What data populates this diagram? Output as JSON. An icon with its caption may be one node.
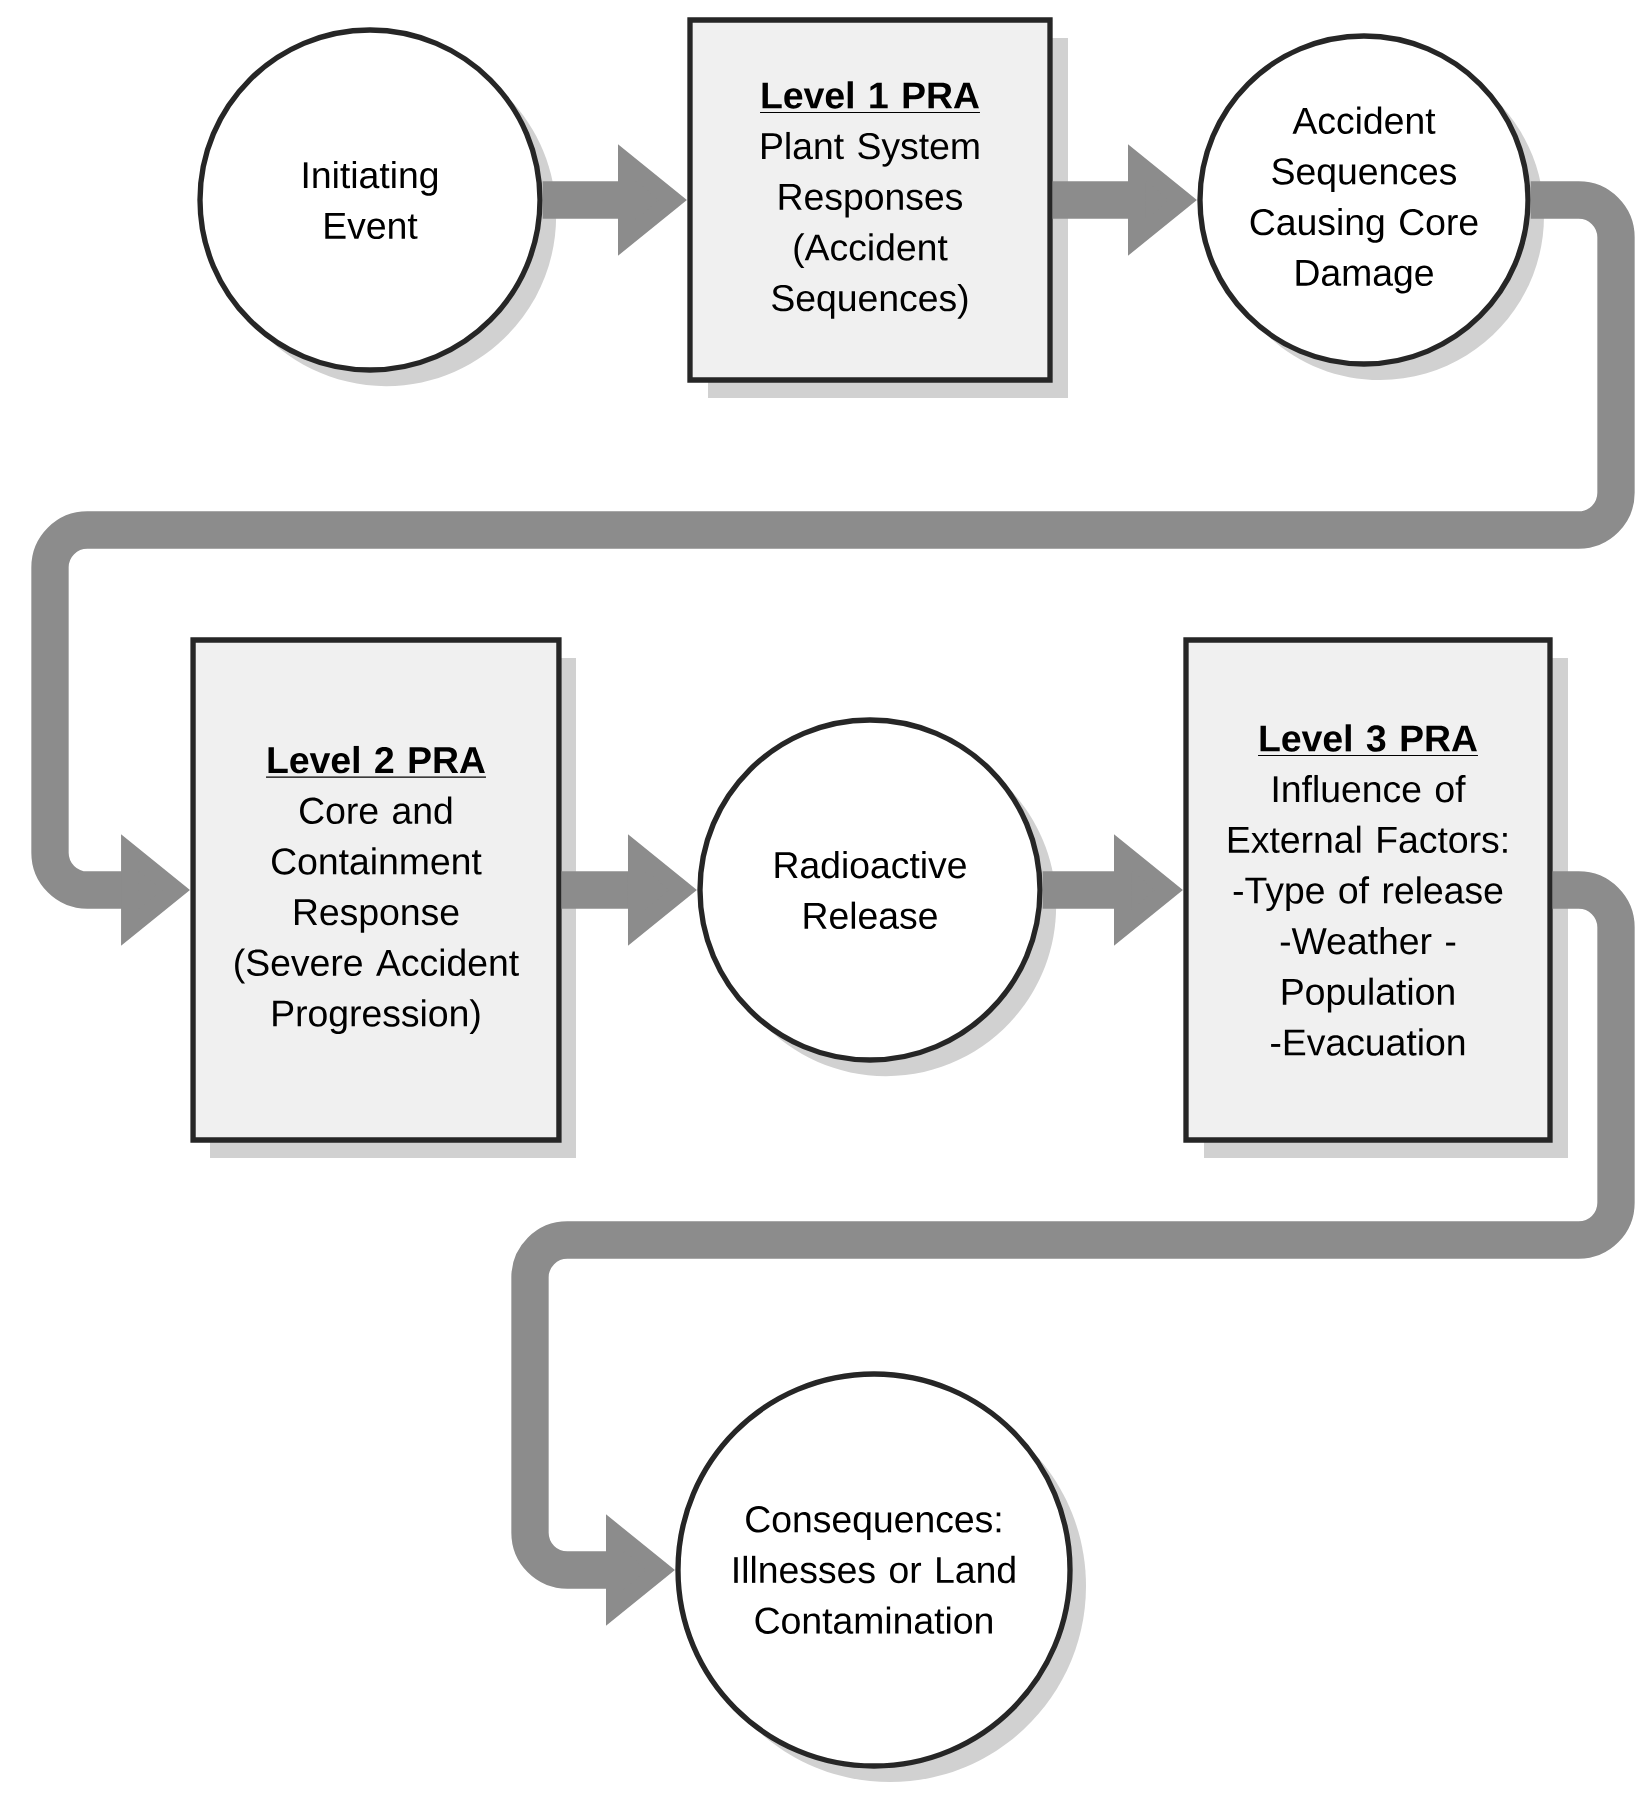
{
  "diagram": {
    "nodes": [
      {
        "text": [
          "Initiating Event"
        ]
      },
      {
        "text": [
          "Level 1 PRA",
          "Plant System Responses (Accident Sequences)"
        ]
      },
      {
        "text": [
          "Accident Sequences Causing Core Damage"
        ]
      },
      {
        "text": [
          "Level 2 PRA",
          "Core and Containment Response (Severe Accident Progression)"
        ]
      },
      {
        "text": [
          "Radioactive Release"
        ]
      },
      {
        "text": [
          "Level 3 PRA",
          "Influence of External Factors: -Type of release -Weather -Population -Evacuation"
        ]
      },
      {
        "text": [
          "Consequences: Illnesses or Land Contamination"
        ]
      }
    ],
    "edges": [
      {
        "from": 0,
        "to": 1,
        "arrow": "to"
      },
      {
        "from": 1,
        "to": 2,
        "arrow": "to"
      },
      {
        "from": 2,
        "to": 3,
        "arrow": "to"
      },
      {
        "from": 3,
        "to": 4,
        "arrow": "to"
      },
      {
        "from": 4,
        "to": 5,
        "arrow": "to"
      },
      {
        "from": 5,
        "to": 6,
        "arrow": "to"
      }
    ]
  }
}
